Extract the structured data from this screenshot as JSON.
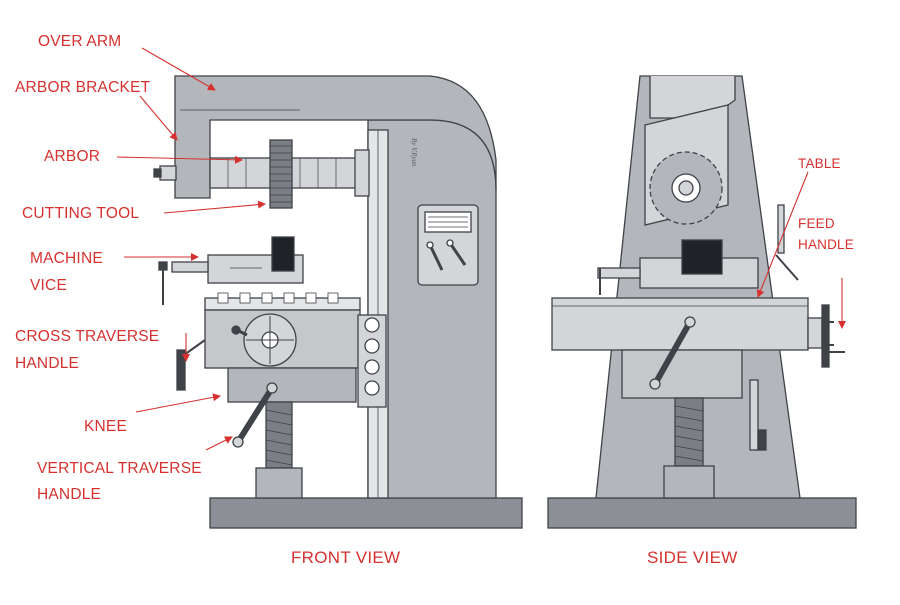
{
  "labels": {
    "over_arm": "OVER ARM",
    "arbor_bracket": "ARBOR BRACKET",
    "arbor": "ARBOR",
    "cutting_tool": "CUTTING TOOL",
    "machine_vice_1": "MACHINE",
    "machine_vice_2": "VICE",
    "cross_traverse_1": "CROSS TRAVERSE",
    "cross_traverse_2": "HANDLE",
    "knee": "KNEE",
    "vertical_traverse_1": "VERTICAL TRAVERSE",
    "vertical_traverse_2": "HANDLE",
    "table": "TABLE",
    "feed_handle_1": "FEED",
    "feed_handle_2": "HANDLE"
  },
  "captions": {
    "front_view": "FRONT VIEW",
    "side_view": "SIDE VIEW"
  },
  "signature": "By V.Ryan",
  "colors": {
    "label_red": "#d6312f",
    "body_grey": "#b3b6bb",
    "light_grey": "#d3d5d8",
    "dark_outline": "#3f4247",
    "base_grey": "#8c9096"
  }
}
